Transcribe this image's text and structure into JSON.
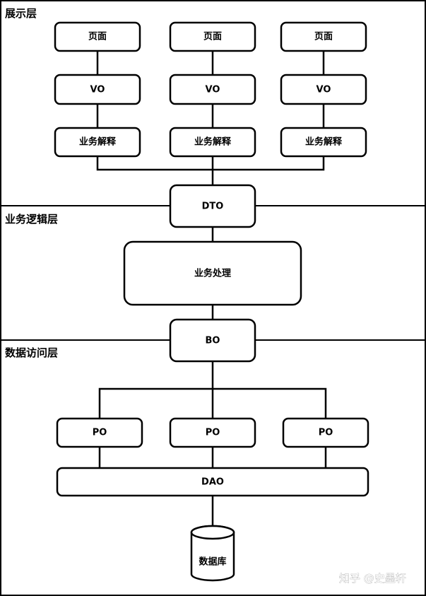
{
  "layers": {
    "presentation": "展示层",
    "business": "业务逻辑层",
    "data_access": "数据访问层"
  },
  "presentation": {
    "pages": [
      "页面",
      "页面",
      "页面"
    ],
    "vos": [
      "VO",
      "VO",
      "VO"
    ],
    "interpreters": [
      "业务解释",
      "业务解释",
      "业务解释"
    ]
  },
  "dto": "DTO",
  "business_processing": "业务处理",
  "bo": "BO",
  "data_access": {
    "pos": [
      "PO",
      "PO",
      "PO"
    ],
    "dao": "DAO",
    "database": "数据库"
  },
  "watermark": "知乎 @史墨轩"
}
